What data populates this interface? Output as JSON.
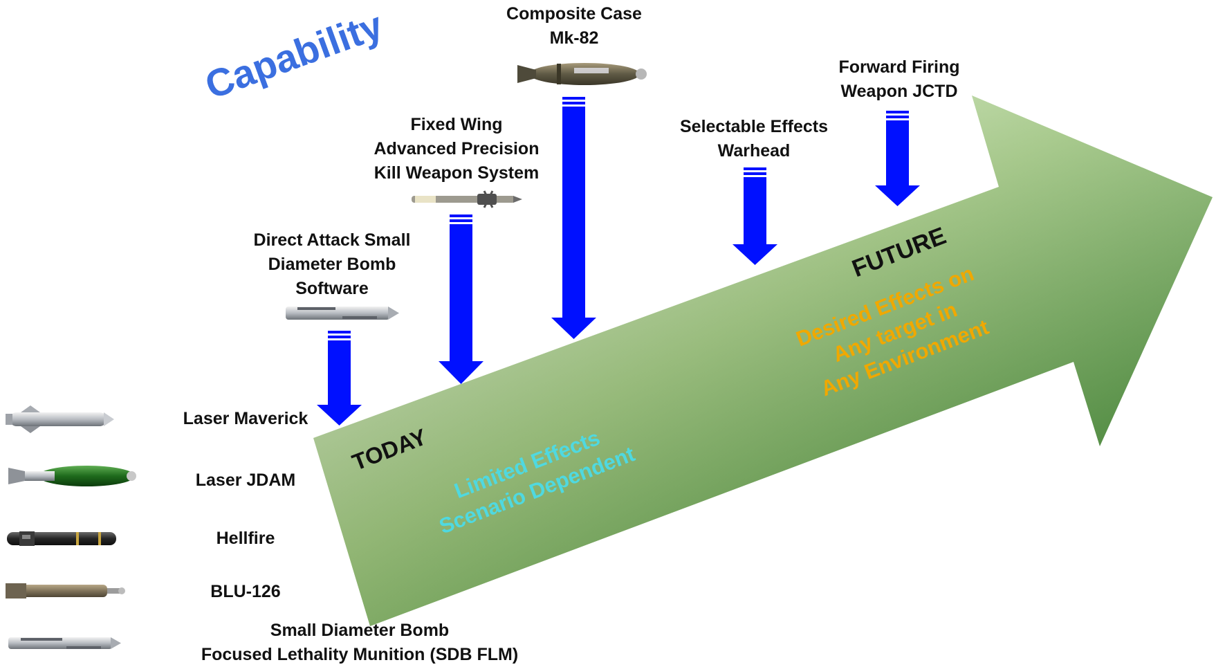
{
  "title": "Capability",
  "colors": {
    "title": "#3b6fe0",
    "today_text": "#4fd9e0",
    "future_text": "#f0a800",
    "down_arrow": "#0010ff",
    "big_arrow_light": "#e6f2d3",
    "big_arrow_dark": "#2a7a1f"
  },
  "big_arrow": {
    "start_label": "TODAY",
    "start_text": [
      "Limited Effects",
      "Scenario Dependent"
    ],
    "end_label": "FUTURE",
    "end_text": [
      "Desired Effects on",
      "Any target in",
      "Any Environment"
    ]
  },
  "current_weapons": [
    {
      "label": "Laser Maverick",
      "icon": "laser-maverick-missile-icon"
    },
    {
      "label": "Laser JDAM",
      "icon": "laser-jdam-bomb-icon"
    },
    {
      "label": "Hellfire",
      "icon": "hellfire-missile-icon"
    },
    {
      "label": "BLU-126",
      "icon": "blu-126-bomb-icon"
    },
    {
      "label": "Small Diameter Bomb\nFocused Lethality Munition (SDB FLM)",
      "icon": "sdb-flm-bomb-icon"
    }
  ],
  "future_capabilities": [
    {
      "label": "Direct Attack Small\nDiameter Bomb\nSoftware",
      "icon": "small-diameter-bomb-icon"
    },
    {
      "label": "Fixed Wing\nAdvanced Precision\nKill Weapon System",
      "icon": "apkws-rocket-icon"
    },
    {
      "label": "Composite Case\nMk-82",
      "icon": "mk-82-bomb-icon"
    },
    {
      "label": "Selectable Effects\nWarhead",
      "icon": ""
    },
    {
      "label": "Forward Firing\nWeapon JCTD",
      "icon": ""
    }
  ]
}
